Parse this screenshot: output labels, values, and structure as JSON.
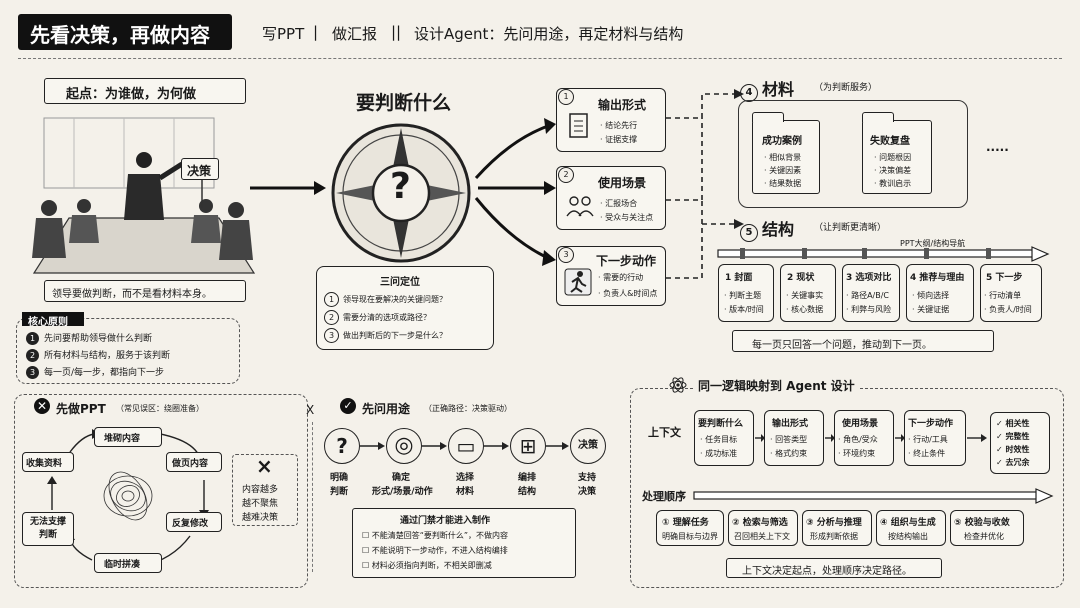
{
  "header": {
    "title": "先看决策，再做内容",
    "sep1": "写PPT",
    "sep2": "|",
    "sep3": "做汇报",
    "sep4": "||",
    "subtitle": "设计Agent：先问用途，再定材料与结构"
  },
  "start": {
    "label": "起点：为谁做，为何做",
    "sign": "决策",
    "caption": "领导要做判断，而不是看材料本身。"
  },
  "core": {
    "title": "核心原则",
    "items": [
      "先问要帮助领导做什么判断",
      "所有材料与结构，服务于该判断",
      "每一页/每一步，都指向下一步"
    ],
    "nums": [
      "1",
      "2",
      "3"
    ]
  },
  "judge": {
    "title": "要判断什么",
    "qmark": "?",
    "three_title": "三问定位",
    "three": [
      "领导现在要解决的关键问题？",
      "需要分清的选项或路径？",
      "做出判断后的下一步是什么？"
    ],
    "nums": [
      "1",
      "2",
      "3"
    ]
  },
  "outputs": [
    {
      "num": "1",
      "title": "输出形式",
      "items": [
        "· 结论先行",
        "· 证据支撑"
      ]
    },
    {
      "num": "2",
      "title": "使用场景",
      "items": [
        "· 汇报场合",
        "· 受众与关注点"
      ]
    },
    {
      "num": "3",
      "title": "下一步动作",
      "items": [
        "· 需要的行动",
        "· 负责人&时间点"
      ]
    }
  ],
  "materials": {
    "num": "4",
    "title": "材料",
    "sub": "（为判断服务）",
    "folders": [
      {
        "title": "成功案例",
        "items": [
          "· 相似背景",
          "· 关键因素",
          "· 结果数据"
        ]
      },
      {
        "title": "失败复盘",
        "items": [
          "· 问题根因",
          "· 决策偏差",
          "· 教训启示"
        ]
      }
    ],
    "more": "....."
  },
  "structure": {
    "num": "5",
    "title": "结构",
    "sub": "（让判断更清晰）",
    "nav": "PPT大纲/结构导航",
    "cols": [
      {
        "title": "1 封面",
        "items": [
          "· 判断主题",
          "· 版本/时间"
        ]
      },
      {
        "title": "2 现状",
        "items": [
          "· 关键事实",
          "· 核心数据"
        ]
      },
      {
        "title": "3 选项对比",
        "items": [
          "· 路径A/B/C",
          "· 利弊与风险"
        ]
      },
      {
        "title": "4 推荐与理由",
        "items": [
          "· 倾向选择",
          "· 关键证据"
        ]
      },
      {
        "title": "5 下一步",
        "items": [
          "· 行动清单",
          "· 负责人/时间"
        ]
      }
    ],
    "caption": "每一页只回答一个问题，推动到下一页。"
  },
  "wrong": {
    "title": "先做PPT",
    "sub": "（常见误区：绕圈准备）",
    "cycle": [
      "堆砌内容",
      "做页内容",
      "反复修改",
      "临时拼凑",
      "无法支撑判断",
      "收集资料"
    ],
    "x": "×",
    "note": [
      "内容越多",
      "越不聚焦",
      "越难决策"
    ],
    "vs": "X"
  },
  "right": {
    "title": "先问用途",
    "sub": "（正确路径：决策驱动）",
    "steps": [
      {
        "icon": "?",
        "label1": "明确",
        "label2": "判断"
      },
      {
        "icon": "◎",
        "label1": "确定",
        "label2": "形式/场景/动作"
      },
      {
        "icon": "▭",
        "label1": "选择",
        "label2": "材料"
      },
      {
        "icon": "⊞",
        "label1": "编排",
        "label2": "结构"
      },
      {
        "icon": "决策",
        "label1": "支持",
        "label2": "决策"
      }
    ],
    "gate_title": "通过门禁才能进入制作",
    "gate": [
      "不能清楚回答“要判断什么”，不做内容",
      "不能说明下一步动作，不进入结构编排",
      "材料必须指向判断，不相关即删减"
    ]
  },
  "agent": {
    "title": "同一逻辑映射到 Agent 设计",
    "ctx_label": "上下文",
    "ctx": [
      {
        "title": "要判断什么",
        "items": [
          "· 任务目标",
          "· 成功标准"
        ]
      },
      {
        "title": "输出形式",
        "items": [
          "· 回答类型",
          "· 格式约束"
        ]
      },
      {
        "title": "使用场景",
        "items": [
          "· 角色/受众",
          "· 环境约束"
        ]
      },
      {
        "title": "下一步动作",
        "items": [
          "· 行动/工具",
          "· 终止条件"
        ]
      }
    ],
    "checks": [
      "✓ 相关性",
      "✓ 完整性",
      "✓ 时效性",
      "✓ 去冗余"
    ],
    "proc_label": "处理顺序",
    "proc": [
      {
        "title": "① 理解任务",
        "sub": "明确目标与边界"
      },
      {
        "title": "② 检索与筛选",
        "sub": "召回相关上下文"
      },
      {
        "title": "③ 分析与推理",
        "sub": "形成判断依据"
      },
      {
        "title": "④ 组织与生成",
        "sub": "按结构输出"
      },
      {
        "title": "⑤ 校验与收敛",
        "sub": "检查并优化"
      }
    ],
    "caption": "上下文决定起点，处理顺序决定路径。"
  },
  "colors": {
    "ink": "#1a1a1a",
    "paper": "#f4f1ea",
    "header_bg": "#111111"
  }
}
